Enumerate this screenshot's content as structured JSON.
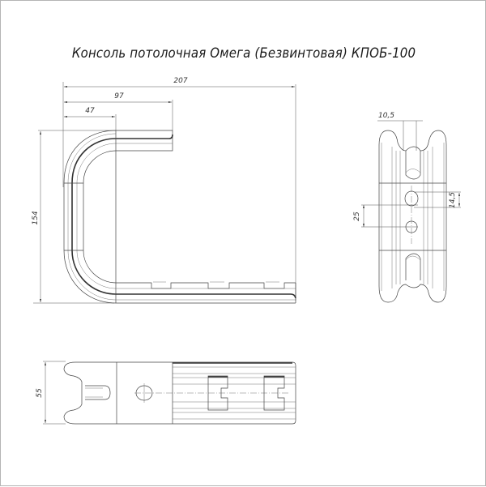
{
  "drawing": {
    "title": "Консоль потолочная Омега (Безвинтовая) КПОБ-100",
    "border_color": "#b4b4b4",
    "line_color": "#333333"
  },
  "front_view": {
    "dimensions": {
      "overall_width": "207",
      "upper_arm_length": "97",
      "bend_offset": "47",
      "height": "154"
    }
  },
  "side_view": {
    "dimensions": {
      "slot_width": "10,5",
      "hole_diameter": "14,5",
      "hole_spacing": "25"
    }
  },
  "bottom_view": {
    "dimensions": {
      "width": "55"
    }
  }
}
